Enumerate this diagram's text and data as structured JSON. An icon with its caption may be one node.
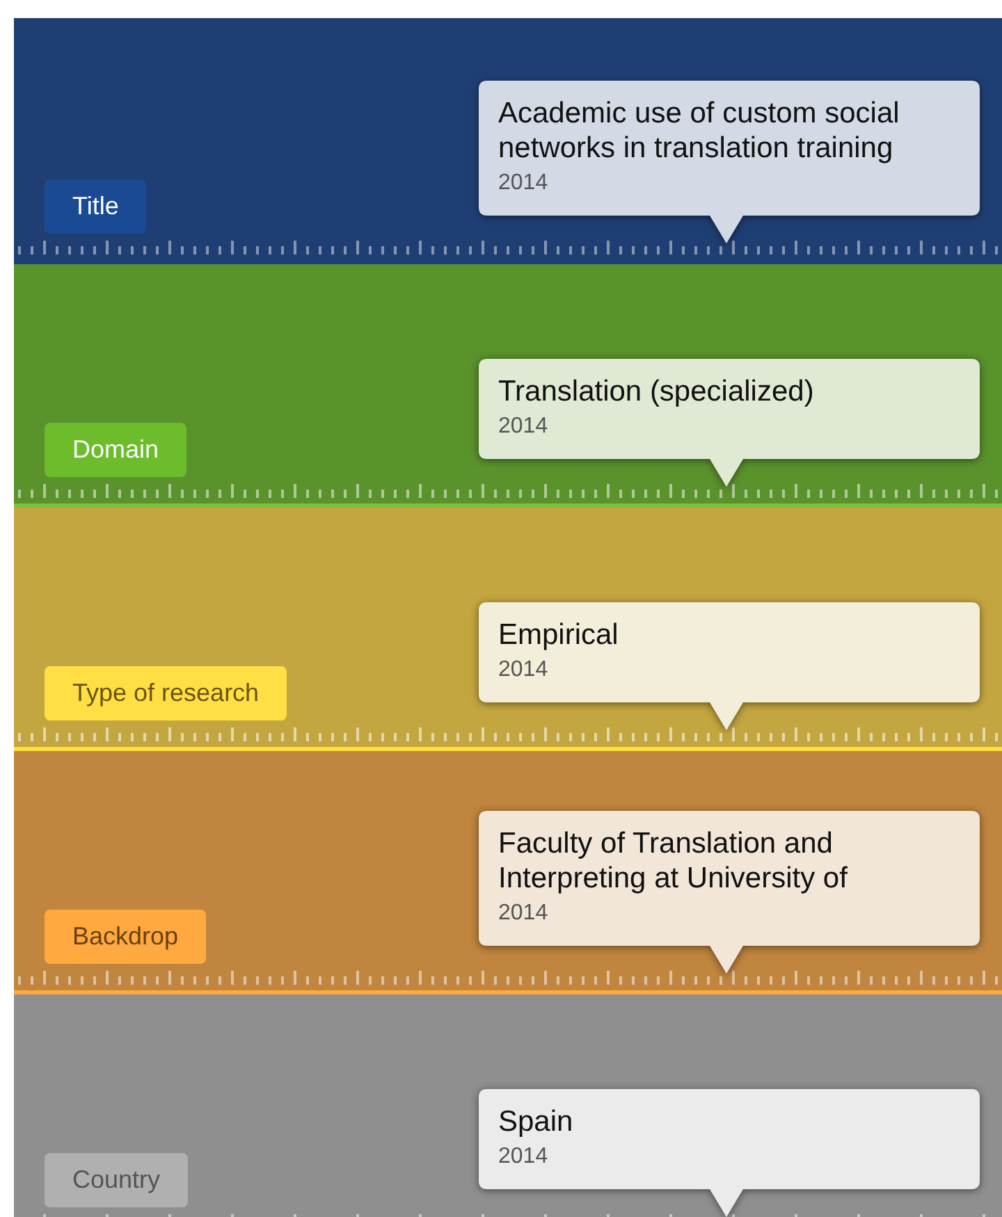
{
  "diagram": {
    "nodes": [
      {
        "text": [
          "Title"
        ]
      },
      {
        "text": [
          "Academic use of custom social networks in translation training",
          "2014"
        ]
      },
      {
        "text": [
          "Domain"
        ]
      },
      {
        "text": [
          "Translation (specialized)",
          "2014"
        ]
      },
      {
        "text": [
          "Type of research"
        ]
      },
      {
        "text": [
          "Empirical",
          "2014"
        ]
      },
      {
        "text": [
          "Backdrop"
        ]
      },
      {
        "text": [
          "Faculty of Translation and Interpreting at University of",
          "2014"
        ]
      },
      {
        "text": [
          "Country"
        ]
      },
      {
        "text": [
          "Spain",
          "2014"
        ]
      }
    ]
  }
}
